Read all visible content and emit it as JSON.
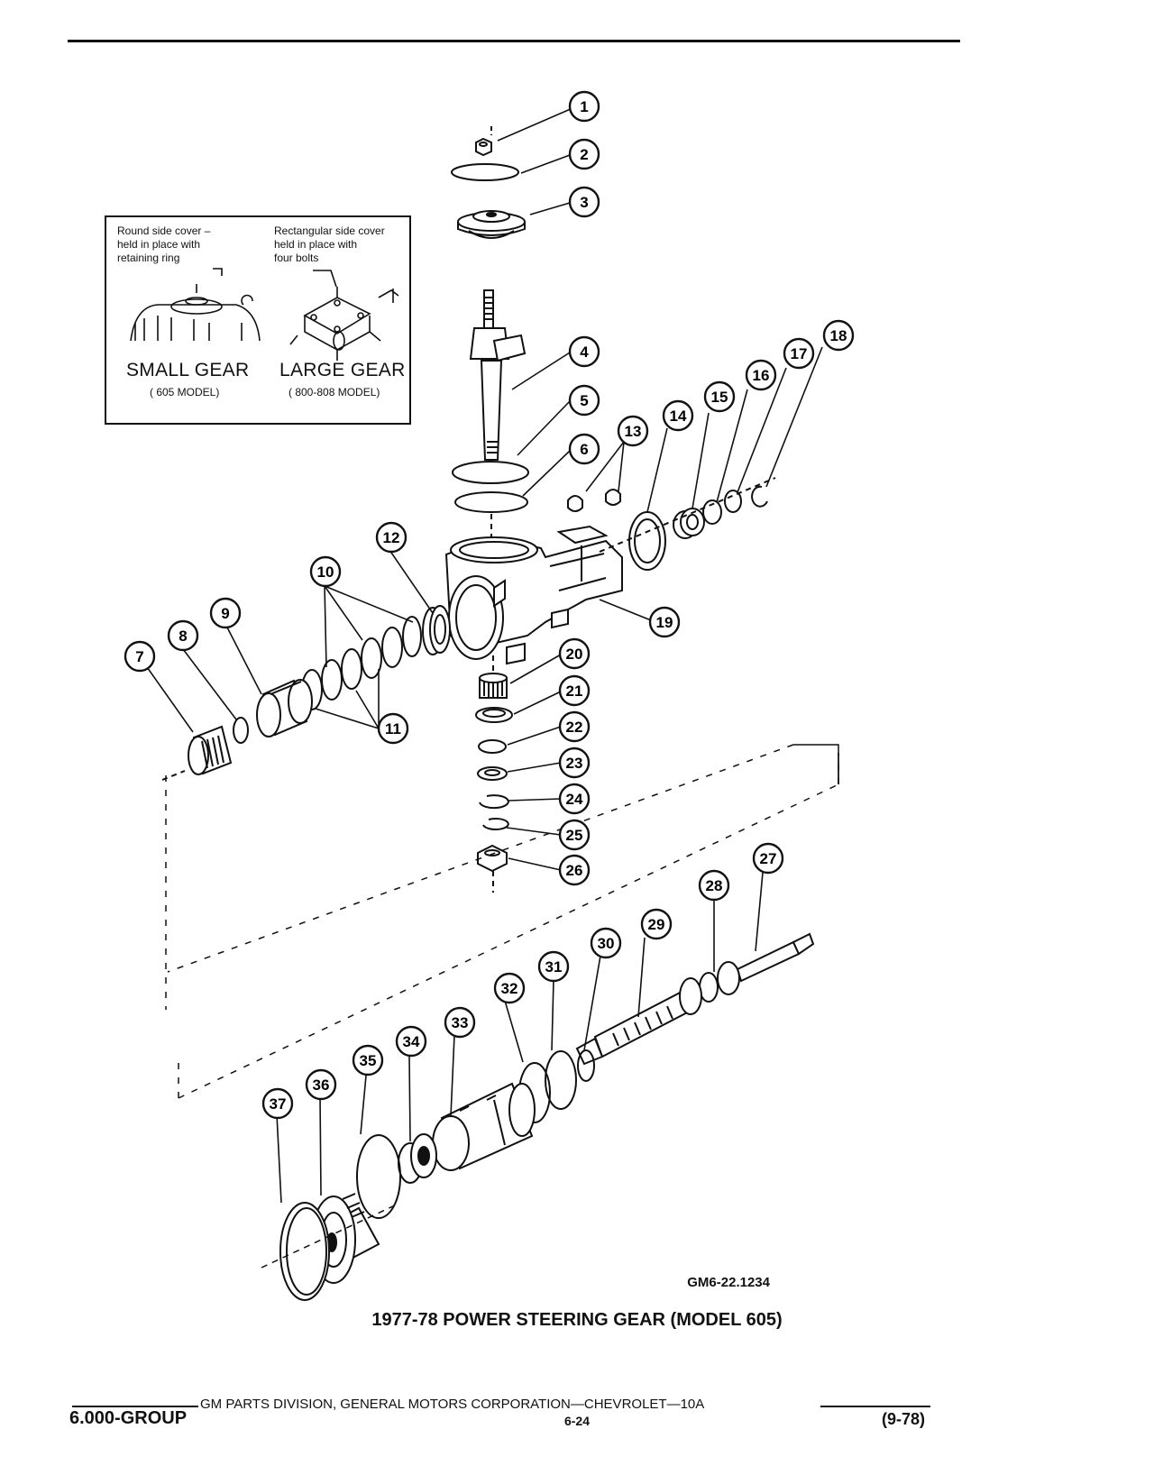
{
  "inset": {
    "left_caption": "Round side cover –\nheld in place with\nretaining ring",
    "right_caption": "Rectangular side cover\nheld in place with\nfour bolts",
    "left_name": "SMALL GEAR",
    "left_model": "( 605 MODEL)",
    "right_name": "LARGE GEAR",
    "right_model": "( 800-808 MODEL)"
  },
  "callouts": [
    "1",
    "2",
    "3",
    "4",
    "5",
    "6",
    "7",
    "8",
    "9",
    "10",
    "11",
    "12",
    "13",
    "14",
    "15",
    "16",
    "17",
    "18",
    "19",
    "20",
    "21",
    "22",
    "23",
    "24",
    "25",
    "26",
    "27",
    "28",
    "29",
    "30",
    "31",
    "32",
    "33",
    "34",
    "35",
    "36",
    "37"
  ],
  "figure_ref": "GM6-22.1234",
  "title": "1977-78 POWER STEERING GEAR (MODEL 605)",
  "footer": {
    "publisher": "GM PARTS DIVISION, GENERAL MOTORS CORPORATION—CHEVROLET—10A",
    "group": "6.000-GROUP",
    "page": "6-24",
    "date": "(9-78)"
  }
}
